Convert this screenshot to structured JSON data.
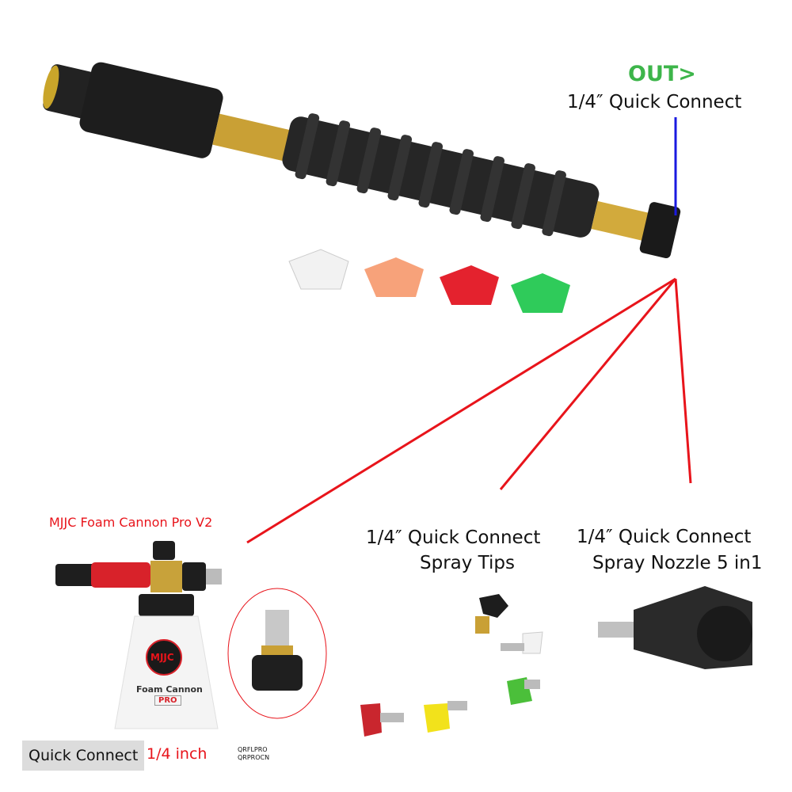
{
  "out_label": {
    "text": "OUT>",
    "color": "#3db54a"
  },
  "out_connect": "1/4″ Quick Connect",
  "foam_cannon": {
    "title": "MJJC Foam Cannon Pro V2",
    "logo": "MJJC",
    "bottle_text": "Foam Cannon",
    "bottle_badge": "PRO"
  },
  "spray_tips": {
    "line1": "1/4″ Quick Connect",
    "line2": "Spray Tips"
  },
  "spray_nozzle": {
    "line1": "1/4″ Quick Connect",
    "line2": "Spray Nozzle 5 in1"
  },
  "footer": {
    "quick_connect": "Quick Connect",
    "size": "1/4 inch",
    "code1": "QRFLPRO",
    "code2": "QRPROCN"
  },
  "colors": {
    "pointer_red": "#e8141b",
    "pointer_blue": "#1a1ae0",
    "label_red": "#e8141b"
  }
}
